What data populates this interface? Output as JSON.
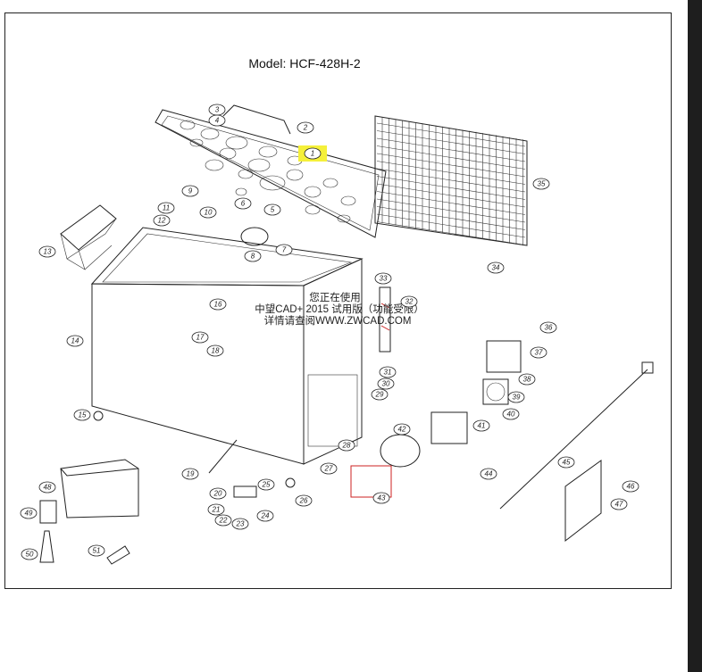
{
  "title": "Model: HCF-428H-2",
  "watermark": {
    "line1": "您正在使用",
    "line2": "中望CAD+ 2015 试用版（功能受限）",
    "line3": "详情请查阅WWW.ZWCAD.COM"
  },
  "highlighted_part": "1",
  "highlight_color": "#f5f03a",
  "part_numbers": [
    "1",
    "2",
    "3",
    "4",
    "5",
    "6",
    "7",
    "8",
    "9",
    "10",
    "11",
    "12",
    "13",
    "14",
    "15",
    "16",
    "17",
    "18",
    "19",
    "20",
    "21",
    "22",
    "23",
    "24",
    "25",
    "26",
    "27",
    "28",
    "29",
    "30",
    "31",
    "32",
    "33",
    "34",
    "35",
    "36",
    "37",
    "38",
    "39",
    "40",
    "41",
    "42",
    "43",
    "44",
    "45",
    "46",
    "47",
    "48",
    "49",
    "50",
    "51"
  ]
}
